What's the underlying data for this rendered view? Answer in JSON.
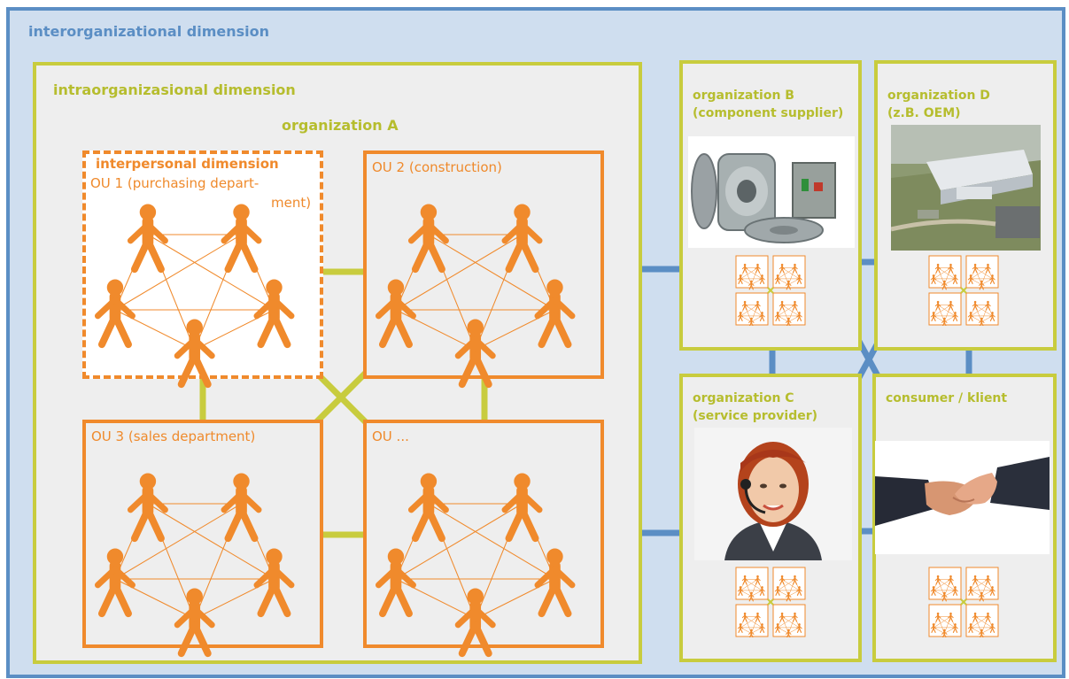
{
  "outer": {
    "title": "interorganizational dimension"
  },
  "intra": {
    "title": "intraorganizasional dimension",
    "org_title": "organization A"
  },
  "units": [
    {
      "id": "ou1",
      "lines": [
        "interpersonal dimension",
        "OU 1 (purchasing depart-",
        "ment)"
      ]
    },
    {
      "id": "ou2",
      "lines": [
        "OU 2 (construction)"
      ]
    },
    {
      "id": "ou3",
      "lines": [
        "OU 3 (sales department)"
      ]
    },
    {
      "id": "ou4",
      "lines": [
        "OU ..."
      ]
    }
  ],
  "orgs": [
    {
      "id": "orgB",
      "line1": "organization B",
      "line2": "(component supplier)",
      "photo": "valve-parts-photo"
    },
    {
      "id": "orgD",
      "line1": "organization D",
      "line2": "(z.B. OEM)",
      "photo": "factory-aerial-photo"
    },
    {
      "id": "orgC",
      "line1": "organization C",
      "line2": "(service provider)",
      "photo": "call-center-agent-photo"
    },
    {
      "id": "consumer",
      "line1": "consumer / klient",
      "line2": "",
      "photo": "handshake-photo"
    }
  ],
  "colors": {
    "blue": "#5b8ec4",
    "lightblue": "#cfdeef",
    "lime": "#c8cc3e",
    "orange": "#f08a2c",
    "panel": "#eeeeee"
  }
}
